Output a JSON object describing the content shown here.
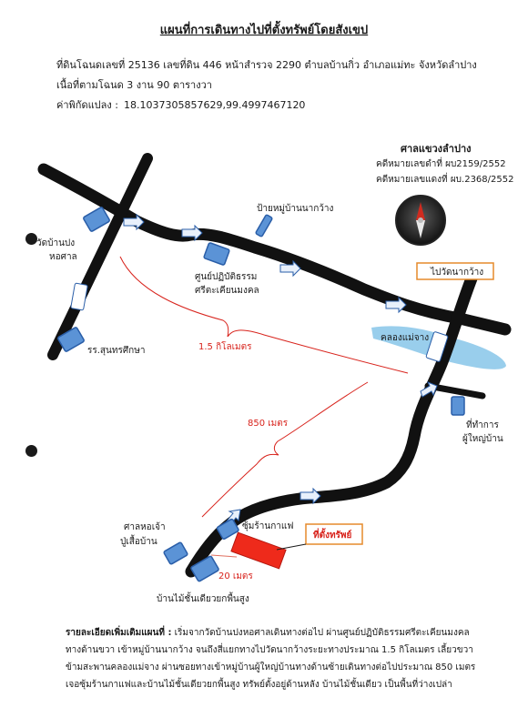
{
  "title": "แผนที่การเดินทางไปที่ตั้งทรัพย์โดยสังเขป",
  "info": {
    "line1": "ที่ดินโฉนดเลขที่  25136 เลขที่ดิน 446  หน้าสำรวจ 2290  ตำบลบ้านกิ่ว  อำเภอแม่ทะ  จังหวัดลำปาง",
    "line2": "เนื้อที่ตามโฉนด  3 งาน   90  ตารางวา",
    "coords_label": "ค่าพิกัดแปลง :",
    "coords_value": "18.1037305857629,99.4997467120"
  },
  "court": {
    "title": "ศาลแขวงลำปาง",
    "case_black": "คดีหมายเลขดำที่  ผบ2159/2552",
    "case_red": "คดีหมายเลขแดงที่ ผบ.2368/2552"
  },
  "map": {
    "labels": {
      "wat_bannpong_1": "วัดบ้านปง",
      "wat_bannpong_2": "หอศาล",
      "school": "รร.สุนทรศึกษา",
      "center_1": "ศูนย์ปฏิบัติธรรม",
      "center_2": "ศรีตะเคียนมงคล",
      "bus_stop": "ป้ายหมู่บ้านนากว้าง",
      "to_wat": "ไปวัดนากว้าง",
      "canal": "คลองแม่จาง",
      "office_1": "ที่ทำการ",
      "office_2": "ผู้ใหญ่บ้าน",
      "shrine_1": "ศาลหอเจ้า",
      "shrine_2": "ปู่เสื้อบ้าน",
      "coffee": "ซุ้มร้านกาแฟ",
      "house": "บ้านไม้ชั้นเดียวยกพื้นสูง",
      "property": "ที่ตั้งทรัพย์"
    },
    "distances": {
      "d1": "1.5 กิโลเมตร",
      "d2": "850 เมตร",
      "d3": "20 เมตร"
    },
    "colors": {
      "road": "#111111",
      "marker": "#5b93d6",
      "marker_border": "#2a5ea8",
      "property": "#ee2a1b",
      "distance": "#d8231c",
      "callout_border": "#e58a2b",
      "canal": "#8ec9ea"
    }
  },
  "details": {
    "heading": "รายละเอียดเพิ่มเติมแผนที่ :",
    "line1": "เริ่มจากวัดบ้านปงหอศาลเดินทางต่อไป ผ่านศูนย์ปฏิบัติธรรมศรีตะเคียนมงคล",
    "line2": "ทางด้านขวา เข้าหมู่บ้านนากว้าง จนถึงสี่แยกทางไปวัดนากว้างระยะทางประมาณ 1.5 กิโลเมตร เลี้ยวขวา",
    "line3": "ข้ามสะพานคลองแม่จาง ผ่านซอยทางเข้าหมู่บ้านผู้ใหญ่บ้านทางด้านซ้ายเดินทางต่อไปประมาณ 850 เมตร",
    "line4": "เจอซุ้มร้านกาแฟและบ้านไม้ชั้นเดียวยกพื้นสูง ทรัพย์ตั้งอยู่ด้านหลัง บ้านไม้ชั้นเดียว เป็นพื้นที่ว่างเปล่า"
  }
}
